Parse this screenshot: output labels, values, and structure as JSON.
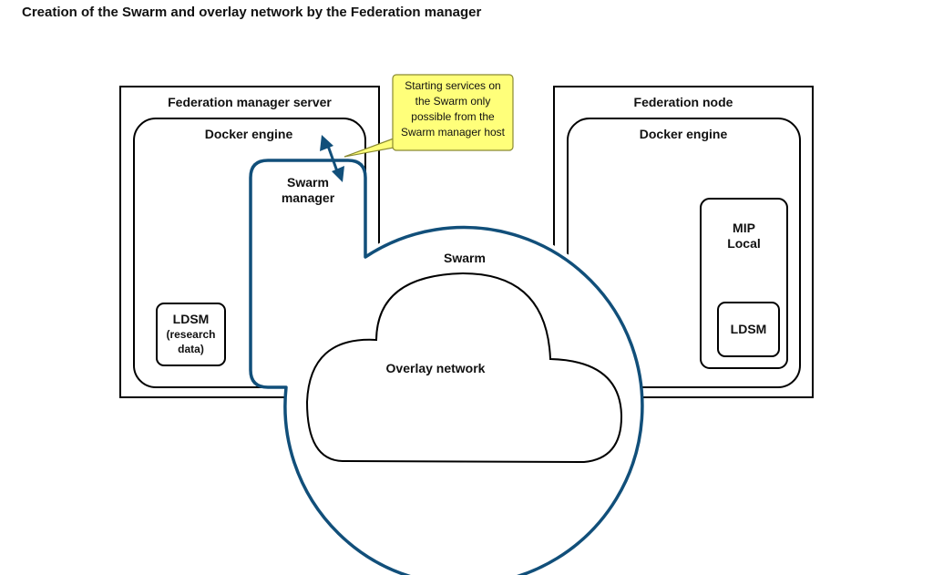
{
  "title": "Creation of the Swarm and overlay network by the Federation manager",
  "colors": {
    "swarm_stroke": "#114f7a",
    "note_fill": "#ffff7a",
    "note_stroke": "#8a8a30",
    "box_stroke": "#000000"
  },
  "federation_manager_server": {
    "label": "Federation manager server",
    "docker_engine": "Docker engine",
    "swarm_manager_line1": "Swarm",
    "swarm_manager_line2": "manager",
    "ldsm_title": "LDSM",
    "ldsm_sub_line1": "(research",
    "ldsm_sub_line2": "data)"
  },
  "federation_node": {
    "label": "Federation node",
    "docker_engine": "Docker engine",
    "mip_line1": "MIP",
    "mip_line2": "Local",
    "ldsm": "LDSM"
  },
  "swarm": {
    "label": "Swarm",
    "overlay": "Overlay network"
  },
  "callout": {
    "line1": "Starting services on",
    "line2": "the Swarm only",
    "line3": "possible from the",
    "line4": "Swarm manager host"
  },
  "icons": {
    "arrow": "double-headed-arrow-icon"
  }
}
